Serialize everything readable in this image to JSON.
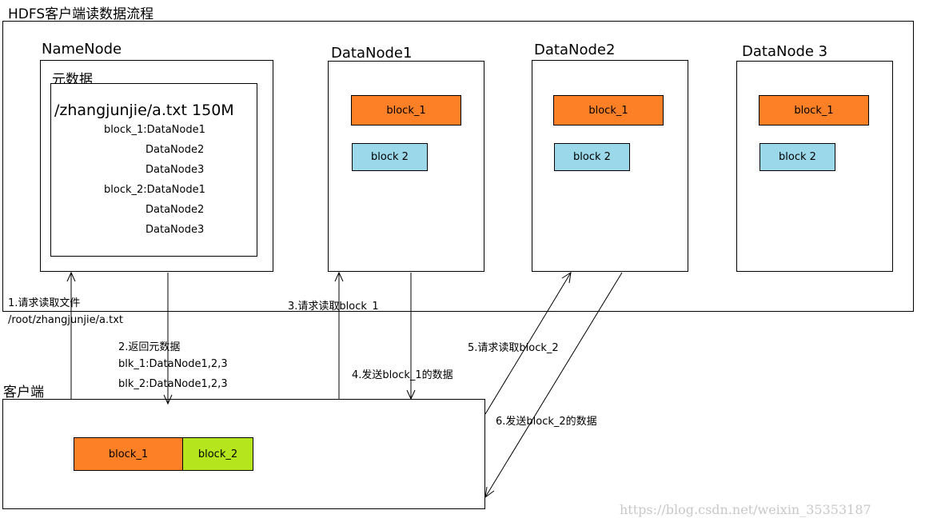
{
  "title": "HDFS客户端读数据流程",
  "namenode": {
    "label": "NameNode",
    "meta_label": "元数据",
    "file_line": "/zhangjunjie/a.txt   150M",
    "entries": [
      "block_1:DataNode1",
      "DataNode2",
      "DataNode3",
      "block_2:DataNode1",
      "DataNode2",
      "DataNode3"
    ]
  },
  "datanodes": [
    {
      "label": "DataNode1",
      "block1": "block_1",
      "block2": "block 2"
    },
    {
      "label": "DataNode2",
      "block1": "block_1",
      "block2": "block 2"
    },
    {
      "label": "DataNode 3",
      "block1": "block_1",
      "block2": "block 2"
    }
  ],
  "client": {
    "label": "客户端",
    "block1": "block_1",
    "block2": "block_2"
  },
  "steps": {
    "s1": "1.请求读取文件",
    "s1_path": "/root/zhangjunjie/a.txt",
    "s2": "2.返回元数据",
    "s2_line1": "blk_1:DataNode1,2,3",
    "s2_line2": "blk_2:DataNode1,2,3",
    "s3": "3.请求读取block_1",
    "s4": "4.发送block_1的数据",
    "s5": "5.请求读取block_2",
    "s6": "6.发送block_2的数据"
  },
  "watermark": "https://blog.csdn.net/weixin_35353187",
  "colors": {
    "block_orange": "#fd7f26",
    "block_blue": "#9bd8ea",
    "block_green": "#b5e61d"
  }
}
